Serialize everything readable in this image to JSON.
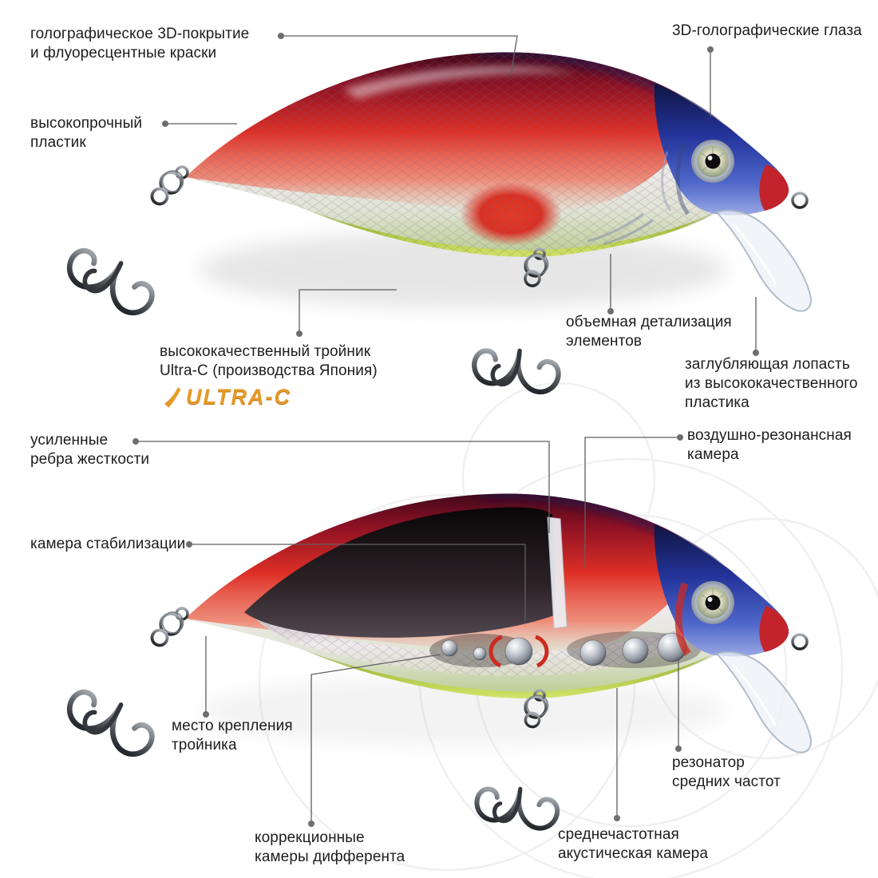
{
  "palette": {
    "background": "#ffffff",
    "brand_orange": "#e59a28",
    "lure_red": "#da3024",
    "lure_blue": "#24349b",
    "lure_green": "#c6dc5e",
    "label_text": "#1d1d1f",
    "leader_line": "#5f5f5f"
  },
  "brand": {
    "logo_text": "ULTRA-C"
  },
  "annotations": {
    "holo_coating": {
      "lines": [
        "голографическое 3D-покрытие",
        "и флуоресцентные краски"
      ]
    },
    "eyes_3d": {
      "lines": [
        "3D-голографические глаза"
      ]
    },
    "strong_plastic": {
      "lines": [
        "высокопрочный",
        "пластик"
      ]
    },
    "treble_hook": {
      "lines": [
        "высококачественный тройник",
        "Ultra-C (производства Япония)"
      ]
    },
    "volume_detail": {
      "lines": [
        "объемная детализация",
        "элементов"
      ]
    },
    "diving_lip": {
      "lines": [
        "заглубляющая лопасть",
        "из высококачественного",
        "пластика"
      ]
    },
    "ribs": {
      "lines": [
        "усиленные",
        "ребра жесткости"
      ]
    },
    "air_chamber": {
      "lines": [
        "воздушно-резонансная",
        "камера"
      ]
    },
    "stab_chamber": {
      "lines": [
        "камера стабилизации"
      ]
    },
    "hook_mount": {
      "lines": [
        "место крепления",
        "тройника"
      ]
    },
    "trim_chambers": {
      "lines": [
        "коррекционные",
        "камеры дифферента"
      ]
    },
    "mid_resonator": {
      "lines": [
        "резонатор",
        "средних частот"
      ]
    },
    "acoustic_chamber": {
      "lines": [
        "среднечастотная",
        "акустическая камера"
      ]
    }
  }
}
